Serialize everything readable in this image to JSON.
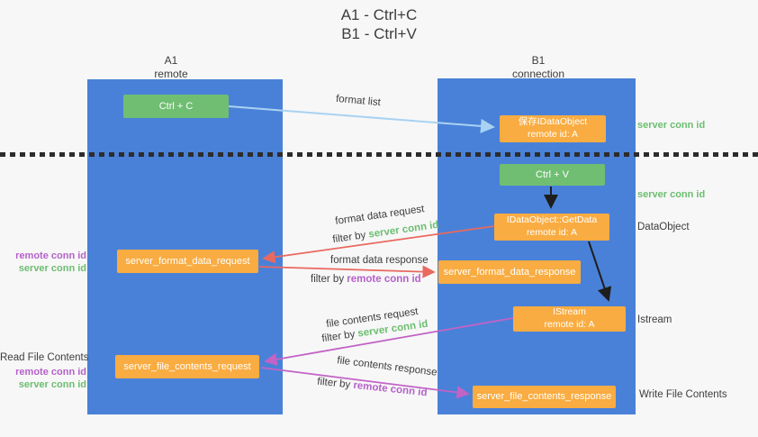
{
  "title": {
    "line1": "A1 - Ctrl+C",
    "line2": "B1 - Ctrl+V"
  },
  "lanes": {
    "left": {
      "name": "A1",
      "role": "remote"
    },
    "right": {
      "name": "B1",
      "role": "connection"
    }
  },
  "nodes": {
    "ctrl_c": {
      "label": "Ctrl + C"
    },
    "save_dataobject": {
      "line1": "保存IDataObject",
      "line2": "remote id: A"
    },
    "ctrl_v": {
      "label": "Ctrl + V"
    },
    "getdata": {
      "line1": "IDataObject::GetData",
      "line2": "remote id: A"
    },
    "format_request": {
      "label": "server_format_data_request"
    },
    "format_response": {
      "label": "server_format_data_response"
    },
    "istream": {
      "line1": "IStream",
      "line2": "remote id: A"
    },
    "file_request": {
      "label": "server_file_contents_request"
    },
    "file_response": {
      "label": "server_file_contents_response"
    }
  },
  "labels": {
    "format_list": "format list",
    "format_data_request": "format data request",
    "format_data_response": "format data response",
    "file_contents_request": "file contents request",
    "file_contents_response": "file contents response",
    "filter_by": "filter by",
    "server_conn_id": "server conn id",
    "remote_conn_id": "remote conn id",
    "read_file_contents": "Read File Contents",
    "write_file_contents": "Write File Contents",
    "dataobject": "DataObject",
    "istream": "Istream"
  },
  "colors": {
    "lane_blue": "#4A81D8",
    "node_green": "#6FBE72",
    "node_orange": "#F9AC41",
    "arrow_red": "#E9695F",
    "arrow_magenta": "#C263C6",
    "arrow_blue": "#A9D2F2",
    "arrow_black": "#1E1E1E",
    "label_green": "#6CBE70",
    "label_purple": "#B561C9",
    "text_dark": "#3D3D3D",
    "background": "#F7F7F7"
  }
}
